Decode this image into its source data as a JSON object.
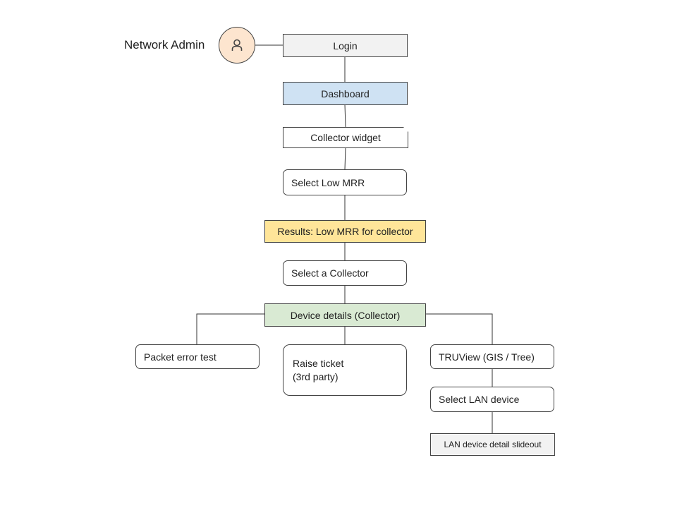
{
  "actor": {
    "label": "Network Admin",
    "icon": "user-icon",
    "color": "#fde5cf"
  },
  "nodes": {
    "login": "Login",
    "dashboard": "Dashboard",
    "collector_widget": "Collector widget",
    "select_low_mrr": "Select Low MRR",
    "results_low_mrr": "Results: Low MRR for collector",
    "select_collector": "Select a Collector",
    "device_details": "Device details (Collector)",
    "packet_error_test": "Packet error test",
    "raise_ticket_line1": "Raise ticket",
    "raise_ticket_line2": "(3rd party)",
    "truview": "TRUView (GIS / Tree)",
    "select_lan_device": "Select LAN device",
    "lan_device_slideout": "LAN device detail slideout"
  },
  "colors": {
    "grey": "#f2f2f2",
    "blue": "#cfe2f3",
    "yellow": "#ffe599",
    "green": "#d9ead3",
    "line": "#333333"
  }
}
